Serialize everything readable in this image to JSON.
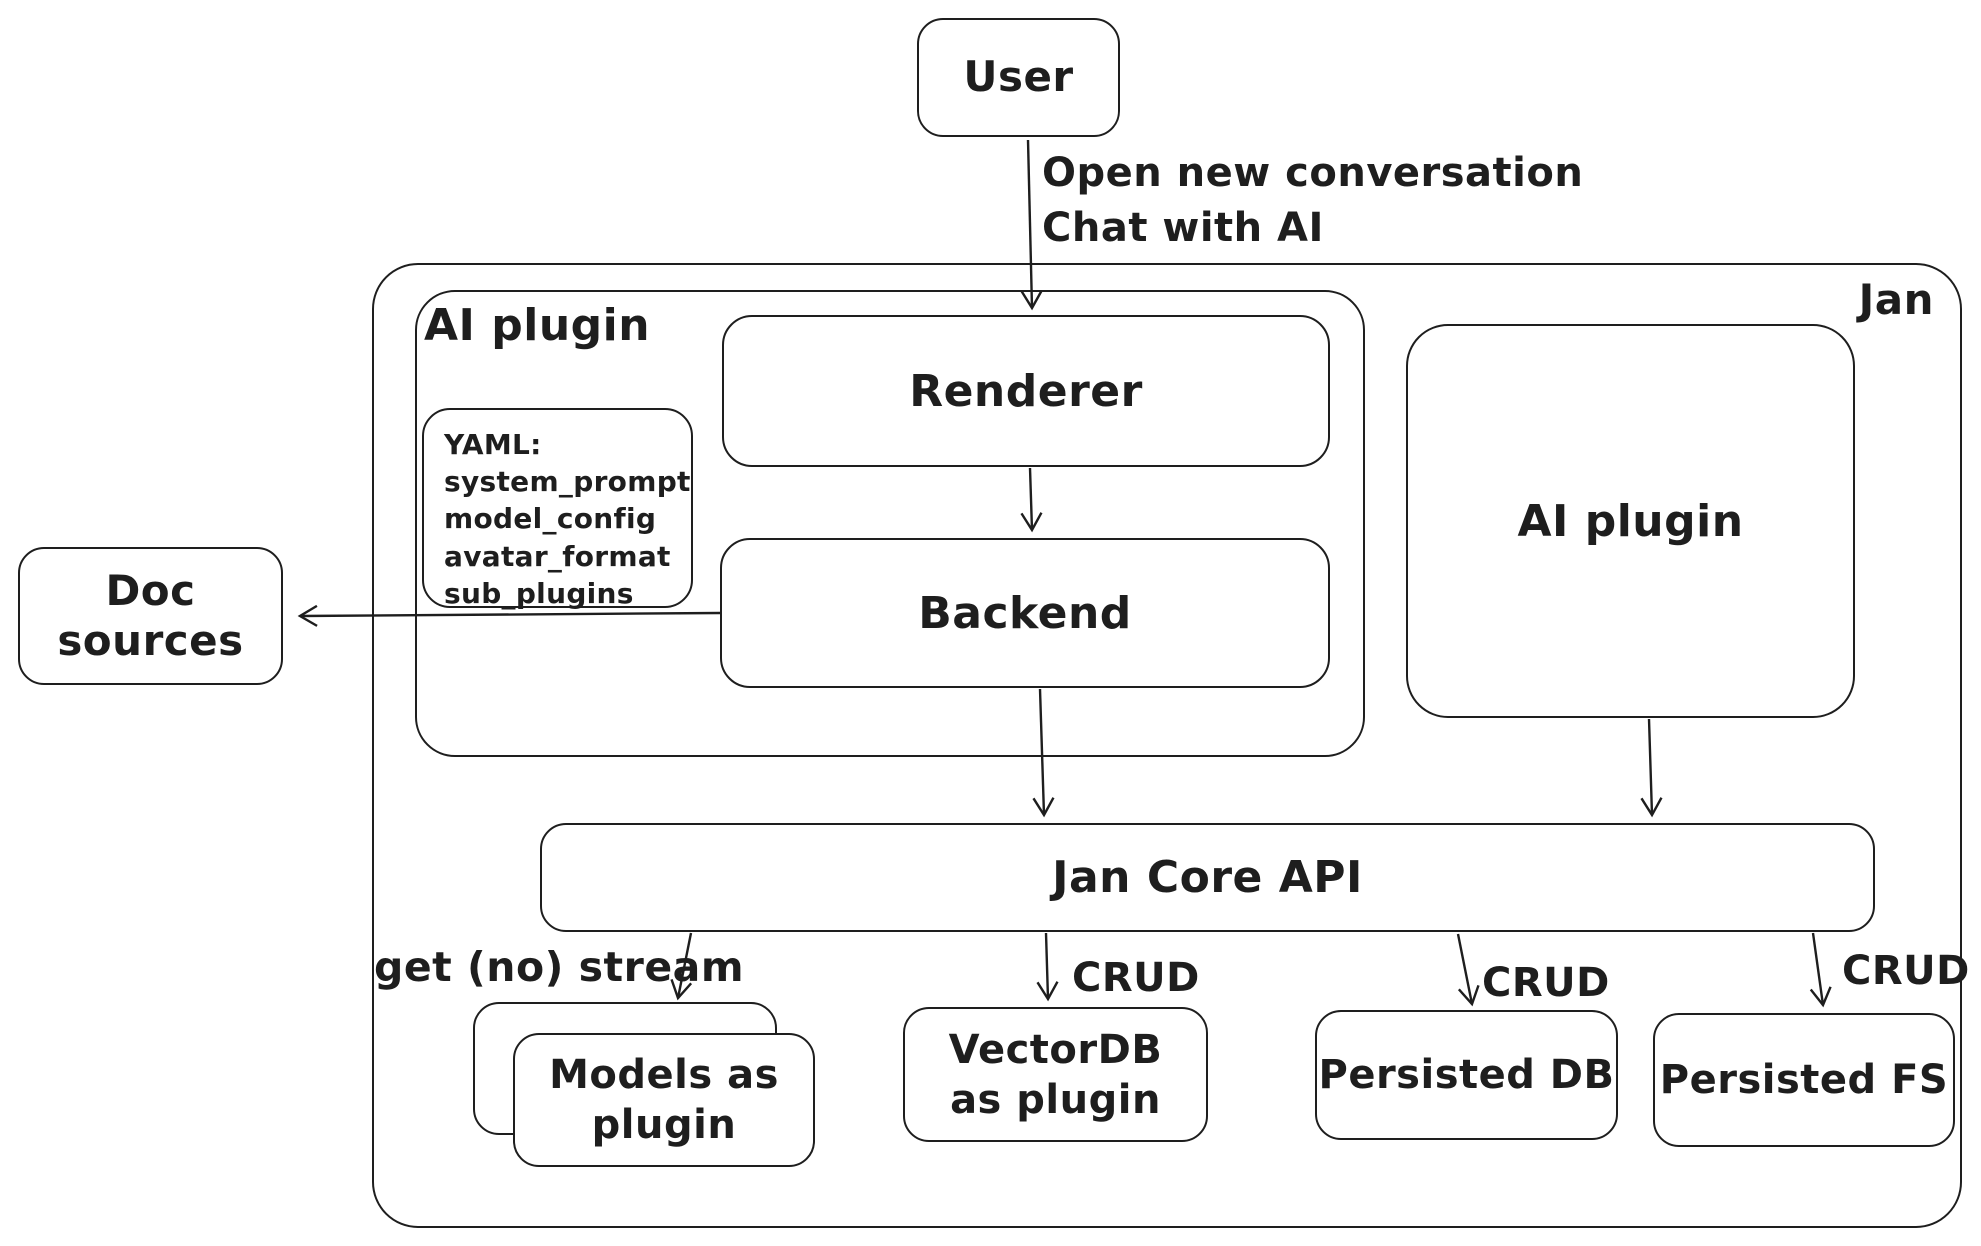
{
  "diagram": {
    "background": "#ffffff",
    "stroke_color": "#1e1e1e",
    "nodes": {
      "user": "User",
      "jan": "Jan",
      "ai_plugin_container": "AI plugin",
      "renderer": "Renderer",
      "backend": "Backend",
      "doc_sources": "Doc sources",
      "ai_plugin_right": "AI plugin",
      "jan_core_api": "Jan Core API",
      "models_as_plugin": "Models as plugin",
      "vectordb_as_plugin": "VectorDB as plugin",
      "persisted_db": "Persisted DB",
      "persisted_fs": "Persisted FS"
    },
    "yaml_note": {
      "title": "YAML:",
      "lines": [
        "system_prompt",
        "model_config",
        "avatar_format",
        "sub_plugins"
      ]
    },
    "edge_labels": {
      "user_to_renderer_line1": "Open new conversation",
      "user_to_renderer_line2": "Chat with AI",
      "get_no_stream": "get (no) stream",
      "crud_vectordb": "CRUD",
      "crud_persisted_db": "CRUD",
      "crud_persisted_fs": "CRUD"
    }
  }
}
